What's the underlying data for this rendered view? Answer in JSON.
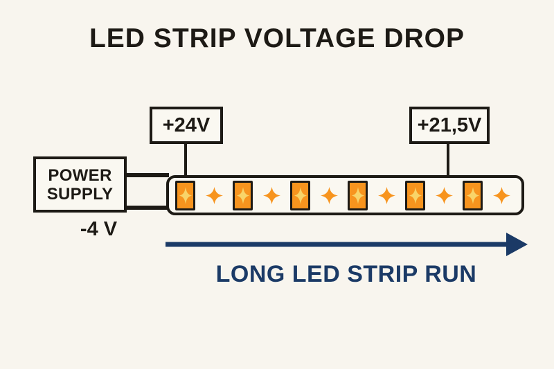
{
  "colors": {
    "background": "#f8f5ee",
    "panel": "#faf8f1",
    "ink": "#1d1a15",
    "navy": "#1b3a66",
    "orange": "#f7941e",
    "sparkle_yellow": "#f8d469"
  },
  "title": "LED STRIP VOLTAGE DROP",
  "power_supply": {
    "line1": "POWER",
    "line2": "SUPPLY",
    "voltage_drop": "-4 V"
  },
  "voltage_labels": {
    "start": "+24V",
    "end": "+21,5V"
  },
  "strip": {
    "led_count": 6,
    "unit_pattern": [
      "led-chip",
      "glow-star"
    ]
  },
  "run": {
    "label": "LONG LED STRIP RUN"
  }
}
